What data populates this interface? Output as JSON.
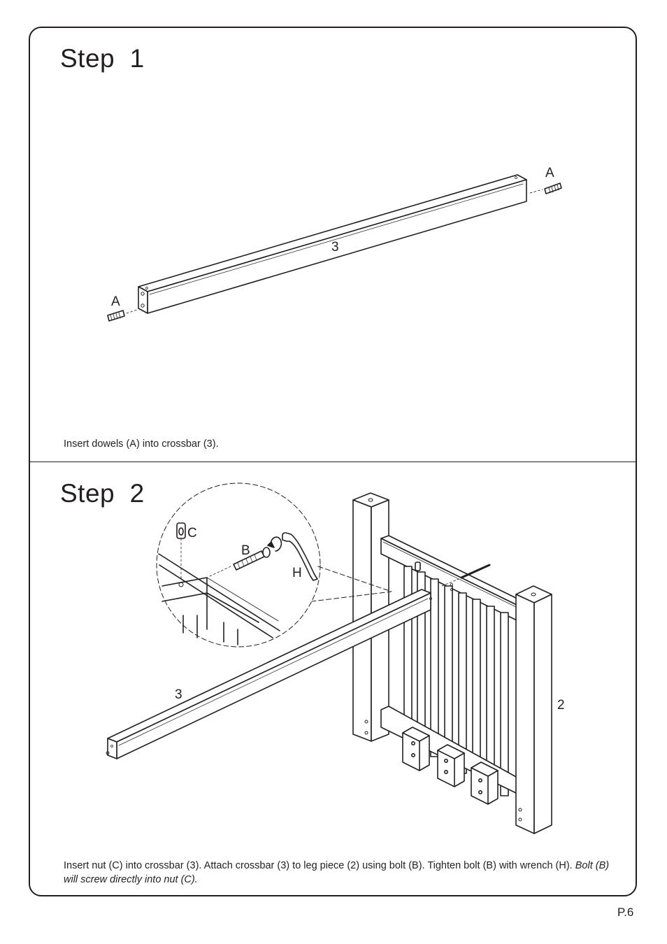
{
  "step1": {
    "title": "Step  1",
    "instruction": "Insert dowels (A) into crossbar (3).",
    "labels": {
      "dowel_left": "A",
      "dowel_right": "A",
      "crossbar": "3"
    }
  },
  "step2": {
    "title": "Step  2",
    "instruction_main": "Insert nut (C) into crossbar (3). Attach crossbar (3) to leg piece (2) using bolt (B). Tighten bolt (B) with wrench (H). ",
    "instruction_note": "Bolt (B) will screw directly into nut (C).",
    "labels": {
      "nut": "C",
      "bolt": "B",
      "wrench": "H",
      "crossbar": "3",
      "leg_piece": "2"
    }
  },
  "page_number": "P.6"
}
